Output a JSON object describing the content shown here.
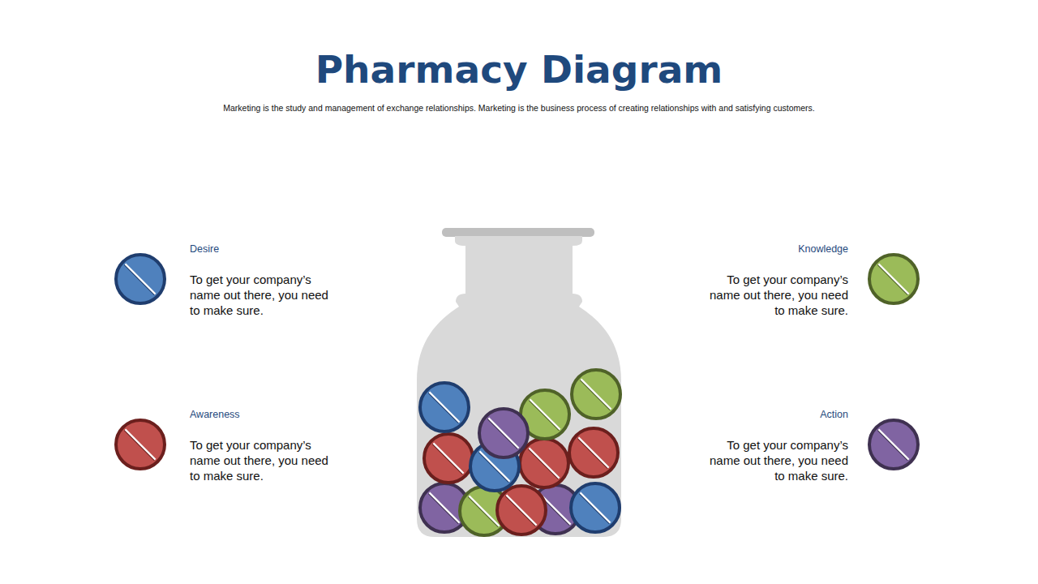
{
  "diagram": {
    "title": "Pharmacy Diagram",
    "caption": "Marketing is the study and management of exchange relationships. Marketing is the business process of creating relationships with and satisfying customers.",
    "nodes": [
      {
        "text": [
          "Desire",
          "To get your company’s name out there, you need to make sure."
        ]
      },
      {
        "text": [
          "Knowledge",
          "To get your company’s name out there, you need to make sure."
        ]
      },
      {
        "text": [
          "Awareness",
          "To get your company’s name out there, you need to make sure."
        ]
      },
      {
        "text": [
          "Action",
          "To get your company’s name out there, you need to make sure."
        ]
      }
    ]
  }
}
